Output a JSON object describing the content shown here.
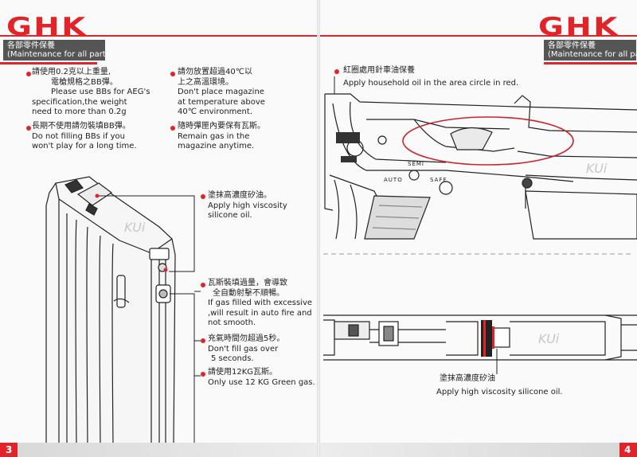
{
  "brand": "GHK",
  "section": {
    "zh": "各部零件保養",
    "en": "(Maintenance for all parts)"
  },
  "left_notes": {
    "bb": {
      "zh1": "請使用0.2克以上重量,",
      "zh2": "電槍規格之BB彈。",
      "en1": "Please use BBs for AEG's",
      "en2": "specification,the weight",
      "en3": "need to more than 0.2g"
    },
    "no_bb": {
      "zh1": "長期不使用請勿裝填BB彈。",
      "en1": "Do not filling BBs if you",
      "en2": "won't play for a long time."
    },
    "temp": {
      "zh1": "請勿放置超過40℃以",
      "zh2": "上之高溫環境。",
      "en1": "Don't place magazine",
      "en2": "at temperature above",
      "en3": "40℃ environment."
    },
    "gas_keep": {
      "zh1": "隨時彈匣內要保有瓦斯。",
      "en1": "Remain gas in the",
      "en2": "magazine anytime."
    },
    "silicone": {
      "zh1": "塗抹高濃度矽油。",
      "en1": "Apply high viscosity",
      "en2": "silicone oil."
    },
    "excess": {
      "zh1": "瓦斯裝填過量，會導致",
      "zh2": "全自動射擊不順暢。",
      "en1": "If gas filled with excessive",
      "en2": ",will result in auto fire and",
      "en3": "not smooth."
    },
    "fill_time": {
      "zh1": "充氣時間勿超過5秒。",
      "en1": "Don't fill gas over",
      "en2": "5 seconds."
    },
    "green_gas": {
      "zh1": "請使用12KG瓦斯。",
      "en1": "Only use 12 KG Green gas."
    }
  },
  "right_notes": {
    "oil": {
      "zh1": "紅圈處用針車油保養",
      "en1": "Apply household oil in the area circle in red."
    },
    "silicone": {
      "zh1": "塗抹高濃度矽油",
      "en1": "Apply high viscosity silicone oil."
    }
  },
  "receiver_marks": {
    "semi": "SEMI",
    "auto": "AUTO",
    "safe": "SAFE"
  },
  "watermark": "KUi",
  "pages": {
    "left": "3",
    "right": "4"
  },
  "colors": {
    "accent": "#e0242a",
    "tab": "#555555"
  }
}
